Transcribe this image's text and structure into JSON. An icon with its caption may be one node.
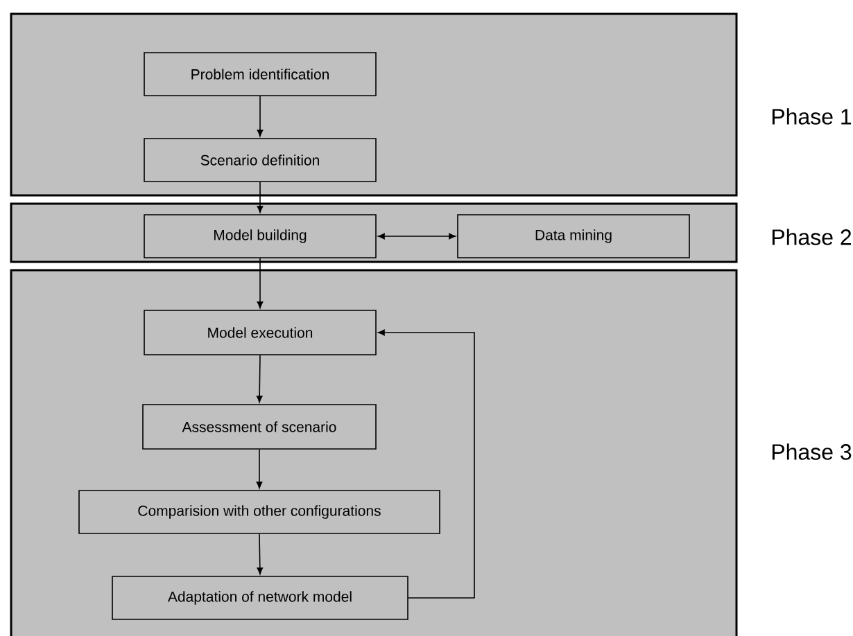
{
  "diagram": {
    "nodes": [
      {
        "text": [
          "Phase 1"
        ]
      },
      {
        "text": [
          "Problem identification"
        ],
        "in": 0
      },
      {
        "text": [
          "Scenario definition"
        ],
        "in": 0
      },
      {
        "text": [
          "Phase 2"
        ]
      },
      {
        "text": [
          "Model building"
        ],
        "in": 3
      },
      {
        "text": [
          "Data mining"
        ],
        "in": 3
      },
      {
        "text": [
          "Phase 3"
        ]
      },
      {
        "text": [
          "Model execution"
        ],
        "in": 6
      },
      {
        "text": [
          "Assessment of scenario"
        ],
        "in": 6
      },
      {
        "text": [
          "Comparision with other configurations"
        ],
        "in": 6
      },
      {
        "text": [
          "Adaptation of network model"
        ],
        "in": 6
      }
    ],
    "edges": [
      {
        "from": 1,
        "to": 2,
        "arrow": "to"
      },
      {
        "from": 2,
        "to": 4,
        "arrow": "to"
      },
      {
        "from": 4,
        "to": 5,
        "arrow": "both"
      },
      {
        "from": 4,
        "to": 7,
        "arrow": "to"
      },
      {
        "from": 7,
        "to": 8,
        "arrow": "to"
      },
      {
        "from": 8,
        "to": 9,
        "arrow": "to"
      },
      {
        "from": 9,
        "to": 10,
        "arrow": "to"
      },
      {
        "from": 10,
        "to": 7,
        "arrow": "to"
      }
    ]
  }
}
